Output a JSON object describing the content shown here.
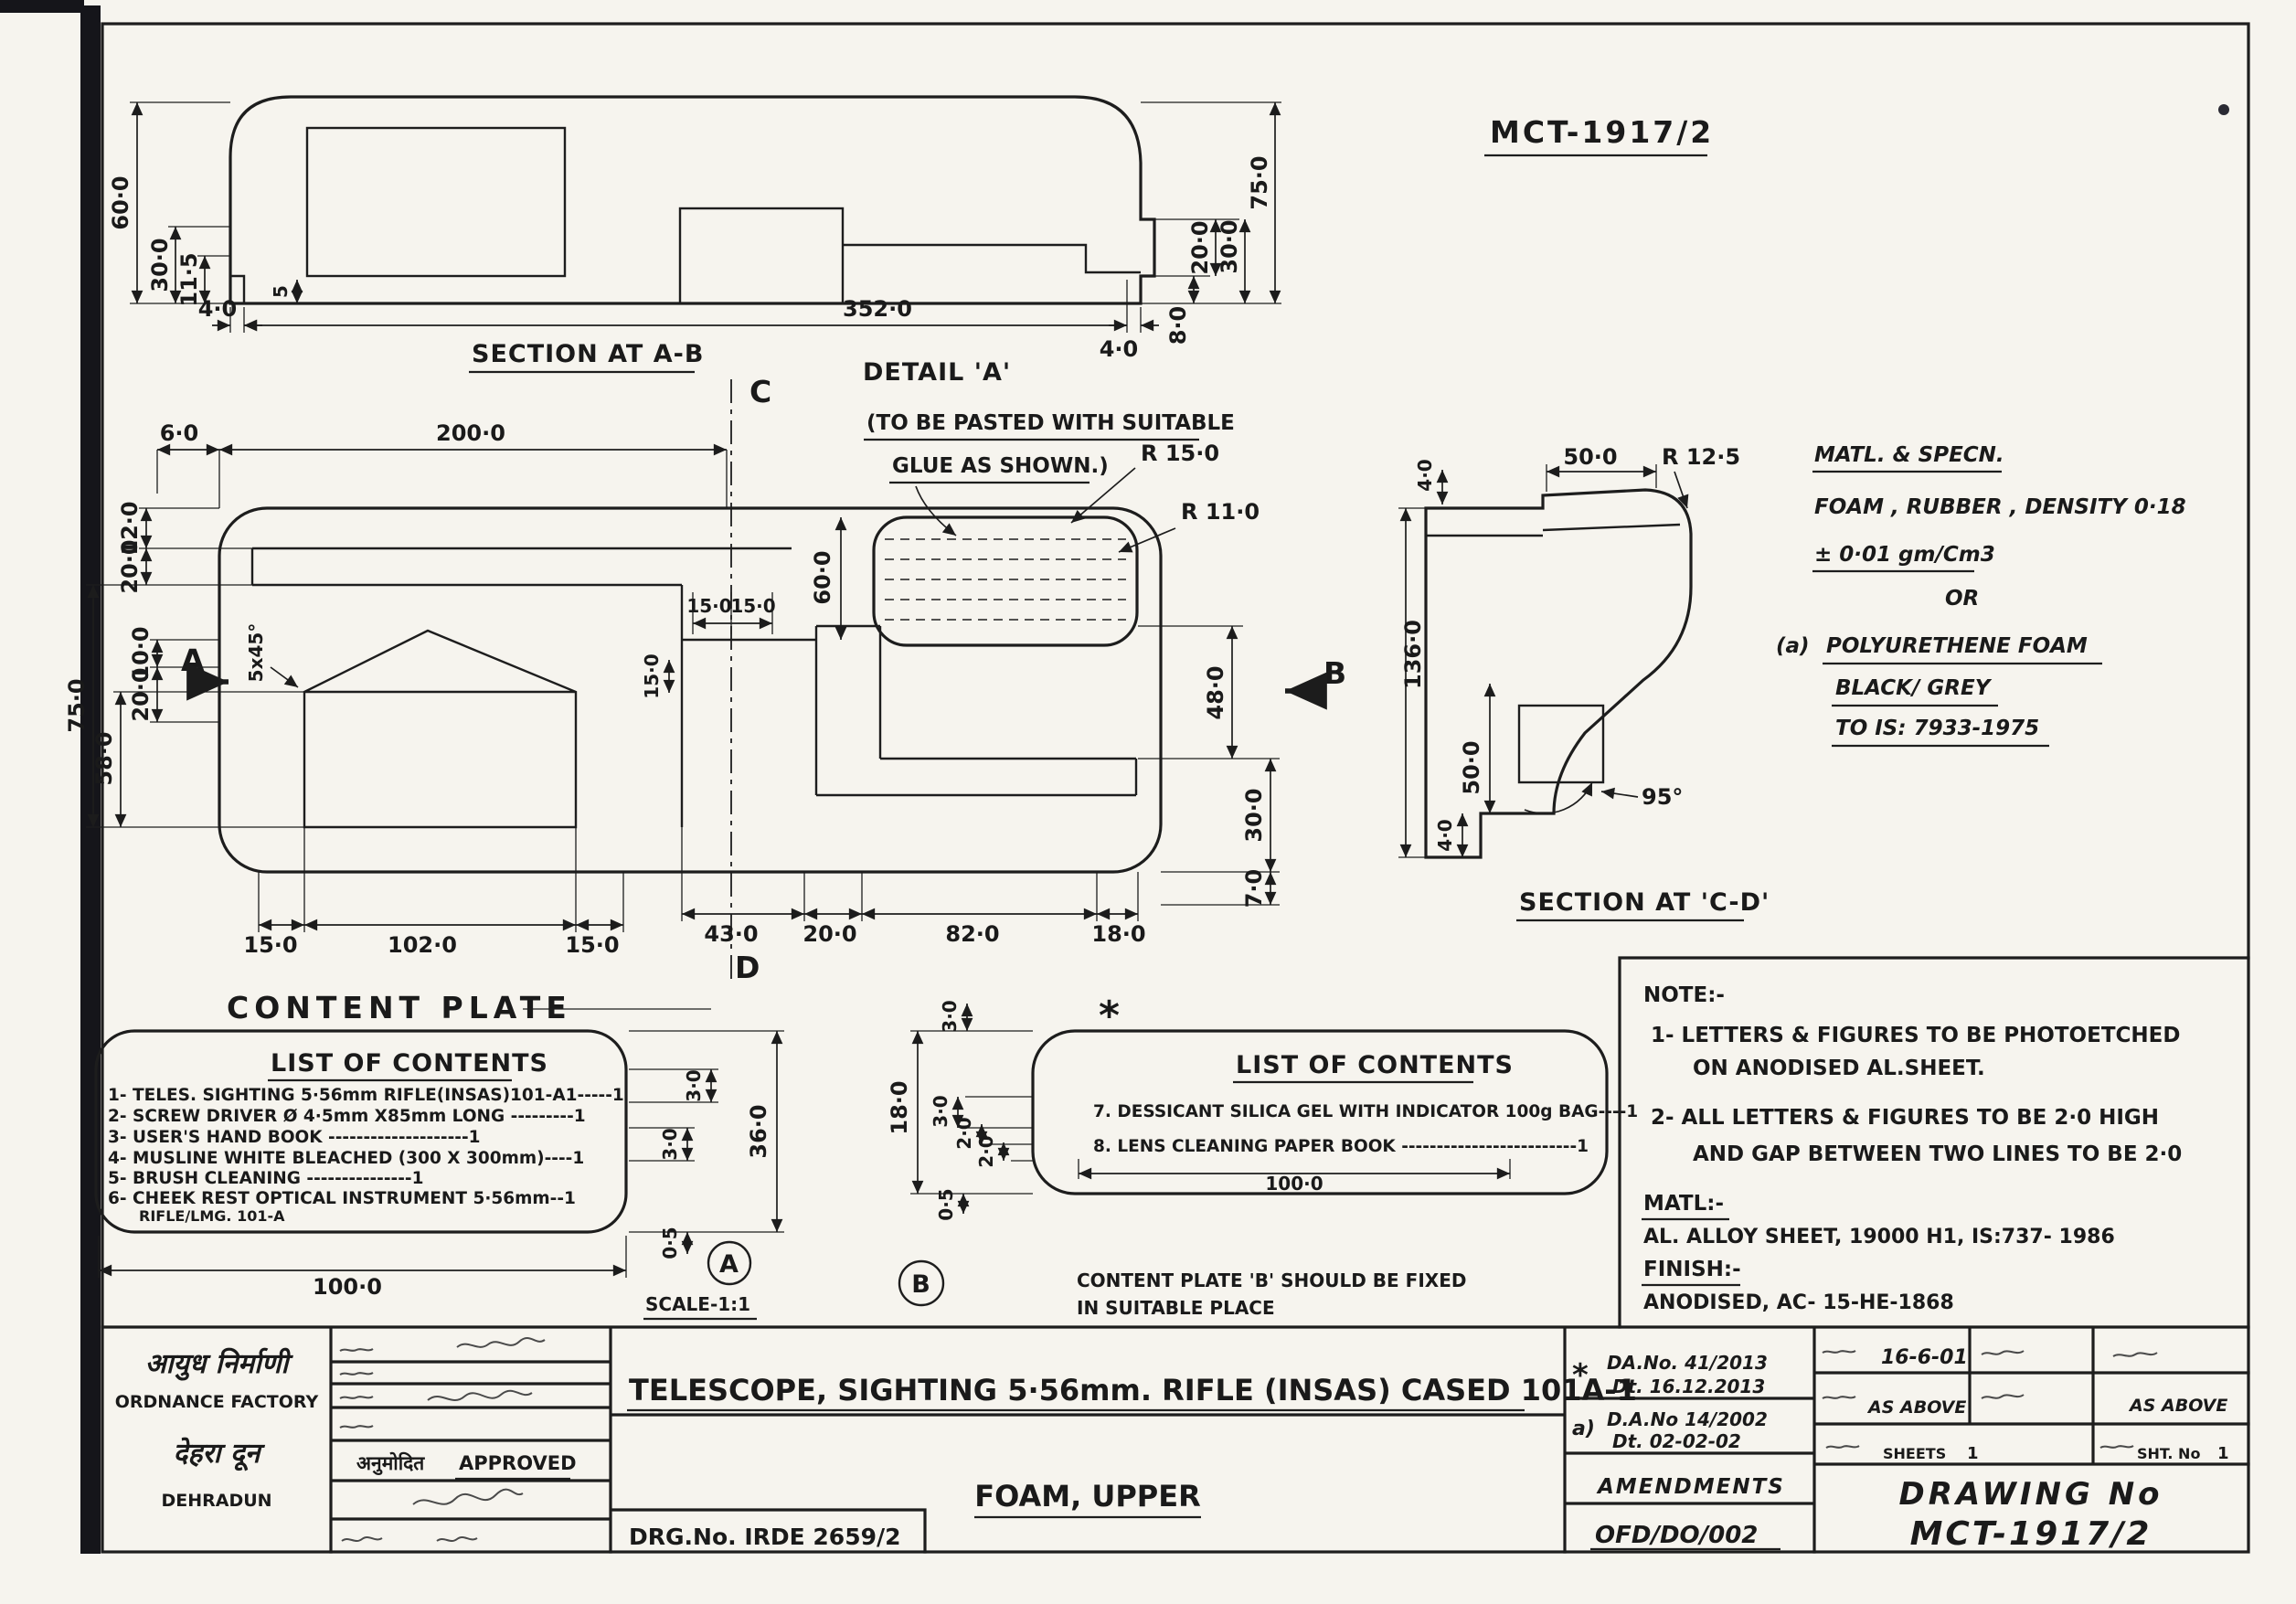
{
  "header": {
    "drawing_no": "MCT-1917/2"
  },
  "section_ab": {
    "title": "SECTION AT A-B",
    "dims": {
      "h60": "60·0",
      "h30": "30·0",
      "h115": "11·5",
      "w4l": "4·0",
      "h5": "5",
      "w352": "352·0",
      "w4r": "4·0",
      "h75": "75·0",
      "h30r": "30·0",
      "h20": "20·0",
      "h8": "8·0"
    }
  },
  "plan": {
    "marker_a": "A",
    "marker_b": "B",
    "marker_c": "C",
    "marker_d": "D",
    "detail_title": "DETAIL  'A'",
    "detail_note1": "(TO BE PASTED WITH SUITABLE",
    "detail_note2": "GLUE AS SHOWN.)",
    "r15": "R 15·0",
    "r11": "R 11·0",
    "chamfer": "5x45°",
    "dims": {
      "w6": "6·0",
      "w200": "200·0",
      "h12": "12·0",
      "h20a": "20·0",
      "h75": "75·0",
      "h10": "10·0",
      "h20b": "20·0",
      "h58": "58·0",
      "w15a": "15·0",
      "w102": "102·0",
      "w15b": "15·0",
      "w43": "43·0",
      "w20": "20·0",
      "w82": "82·0",
      "w18": "18·0",
      "w15c": "15·0",
      "w15d": "15·0",
      "h60": "60·0",
      "h15": "15·0",
      "h48": "48·0",
      "h30": "30·0",
      "h7": "7·0"
    }
  },
  "section_cd": {
    "title": "SECTION AT 'C-D'",
    "dims": {
      "t4": "4·0",
      "w50": "50·0",
      "r125": "R 12·5",
      "h136": "136·0",
      "h50": "50·0",
      "b4": "4·0",
      "angle": "95°"
    }
  },
  "matl": {
    "title": "MATL. & SPECN.",
    "line1": "FOAM ,  RUBBER , DENSITY 0·18",
    "line2": "± 0·01 gm/Cm3",
    "or": "OR",
    "a_mark": "(a)",
    "line3": "POLYURETHENE FOAM",
    "line4": "BLACK/ GREY",
    "line5": "TO IS: 7933-1975"
  },
  "plate_a": {
    "heading": "CONTENT PLATE",
    "list_title": "LIST OF CONTENTS",
    "items": [
      "1- TELES. SIGHTING 5·56mm RIFLE(INSAS)101-A1-----1",
      "2- SCREW DRIVER Ø 4·5mm X85mm LONG ---------1",
      "3- USER'S HAND BOOK --------------------1",
      "4- MUSLINE WHITE BLEACHED (300 X 300mm)----1",
      "5- BRUSH CLEANING ---------------1",
      "6- CHEEK REST OPTICAL INSTRUMENT 5·56mm--1",
      "RIFLE/LMG. 101-A"
    ],
    "dims": {
      "d3a": "3·0",
      "d3b": "3·0",
      "d36": "36·0",
      "d05": "0·5",
      "w100": "100·0"
    },
    "plate_label": "A",
    "scale": "SCALE-1:1"
  },
  "plate_b": {
    "asterisk": "*",
    "list_title": "LIST OF CONTENTS",
    "items": [
      "7.  DESSICANT SILICA GEL WITH INDICATOR 100g BAG----1",
      "8.  LENS CLEANING PAPER BOOK -------------------------1"
    ],
    "dims": {
      "d18": "18·0",
      "d3a": "3·0",
      "d3b": "3·0",
      "d2a": "2·0",
      "d2b": "2·0",
      "d05": "0·5",
      "w100": "100·0"
    },
    "plate_label": "B",
    "note1": "CONTENT PLATE 'B' SHOULD BE FIXED",
    "note2": "IN SUITABLE PLACE"
  },
  "notes": {
    "heading": "NOTE:-",
    "n1a": "1-  LETTERS & FIGURES TO BE PHOTOETCHED",
    "n1b": "ON ANODISED AL.SHEET.",
    "n2a": "2-  ALL LETTERS & FIGURES TO BE 2·0 HIGH",
    "n2b": "AND GAP BETWEEN TWO LINES TO BE 2·0",
    "matl_label": "MATL:-",
    "matl_value": "AL. ALLOY SHEET, 19000 H1, IS:737- 1986",
    "finish_label": "FINISH:-",
    "finish_value": "ANODISED, AC- 15-HE-1868"
  },
  "title_block": {
    "factory_hi": "आयुध निर्माणी",
    "factory_en": "ORDNANCE FACTORY",
    "city_hi": "देहरा दून",
    "city_en": "DEHRADUN",
    "approved_hi": "अनुमोदित",
    "approved_en": "APPROVED",
    "title": "TELESCOPE, SIGHTING 5·56mm. RIFLE (INSAS) CASED 101A-1",
    "subtitle": "FOAM, UPPER",
    "drg_no": "DRG.No. IRDE 2659/2",
    "amend1_mark": "*",
    "amend1_line1": "DA.No. 41/2013",
    "amend1_line2": "Dt. 16.12.2013",
    "amend2_mark": "a)",
    "amend2_line1": "D.A.No 14/2002",
    "amend2_line2": "Dt. 02-02-02",
    "amendments_label": "AMENDMENTS",
    "ofd_no": "OFD/DO/002",
    "issue_date": "16-6-01",
    "as_above_1": "AS ABOVE",
    "as_above_2": "AS ABOVE",
    "sheets_label": "SHEETS",
    "sheets_value": "1",
    "sht_no_label": "SHT. No",
    "sht_no_value": "1",
    "drawing_no_label": "DRAWING  No",
    "drawing_no_value": "MCT-1917/2"
  }
}
